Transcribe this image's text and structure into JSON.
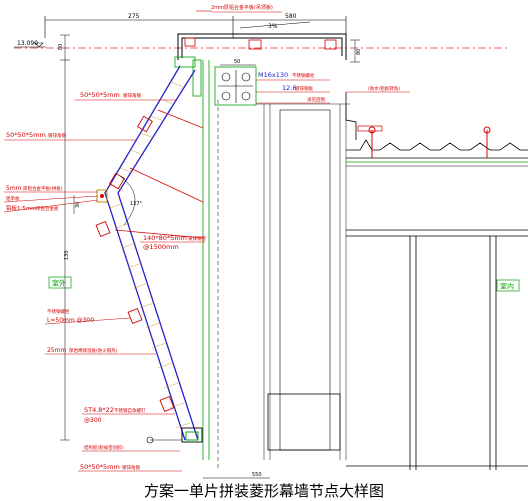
{
  "caption": "方案一单片拼装菱形幕墙节点大样图",
  "dimensions": {
    "top_275": "275",
    "top_580": "580",
    "slope": "3%",
    "left_80": "80",
    "right_80": "80",
    "mid_50": "50",
    "left_130": "130",
    "left_36": "36",
    "angle": "137°",
    "bottom_550": "550"
  },
  "labels": {
    "elevation": "13.090",
    "top_plate": "2mm厚铝合金平板(吊顶板)",
    "top_plate_sub": "(吊顶板)",
    "bolt": "M16x130",
    "bolt_note": "不锈钢螺栓",
    "plate_12": "12.6",
    "plate_12_note": "镀锌钢板",
    "plate_12_sub": "详见后图",
    "right_note": "(防水/铝板转角)",
    "angle_right": "50*50*5mm",
    "angle_right_note": "镀锌角钢",
    "angle_left": "50*50*5mm",
    "angle_left_note": "镀锌角钢",
    "plate_5mm": "5mm",
    "plate_5mm_note": "厚铝合金平板(拼板)",
    "plate_5mm_2": "铝单板",
    "plate_5mm_3": "铝板1.5mm",
    "plate_5mm_3_note": "厚铝合金板",
    "steel_tube": "140*80*5mm",
    "steel_tube_note": "镀锌钢管",
    "steel_tube_spacing": "@1500mm",
    "outdoor": "室外",
    "indoor": "室内",
    "bolt_l": "L=50mm @300",
    "bolt_l_note": "不锈钢螺栓",
    "insulation": "25mm",
    "insulation_note": "厚岩棉保温板(防火隔热)",
    "screw": "ST4.8*22",
    "screw_note": "不锈钢自攻螺钉",
    "screw_spacing": "@300",
    "sealant": "结构胶(耐候密封胶)",
    "angle_bottom": "50*50*5mm",
    "angle_bottom_note": "镀锌角钢"
  }
}
